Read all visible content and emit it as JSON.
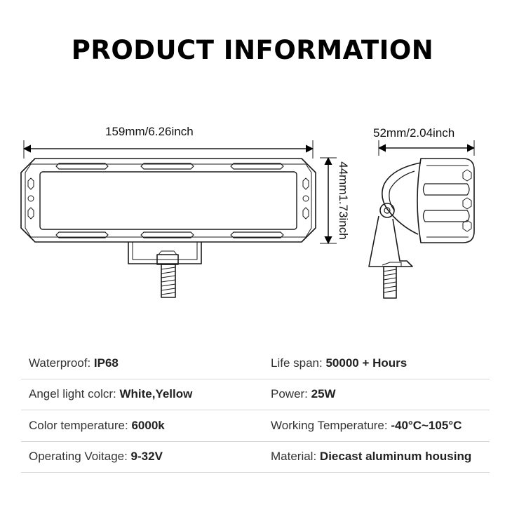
{
  "title": "PRODUCT INFORMATION",
  "dimensions": {
    "width": "159mm/6.26inch",
    "height": "44mm1.73inch",
    "depth": "52mm/2.04inch"
  },
  "specs": [
    [
      {
        "label": "Waterproof: ",
        "value": "IP68"
      },
      {
        "label": "Life span: ",
        "value": "50000 + Hours"
      }
    ],
    [
      {
        "label": "Angel light colcr: ",
        "value": "White,Yellow"
      },
      {
        "label": "Power: ",
        "value": "25W"
      }
    ],
    [
      {
        "label": "Color temperature: ",
        "value": "6000k"
      },
      {
        "label": "Working Temperature: ",
        "value": "-40°C~105°C"
      }
    ],
    [
      {
        "label": "Operating Voitage: ",
        "value": "9-32V"
      },
      {
        "label": "Material: ",
        "value": "Diecast aluminum housing"
      }
    ]
  ]
}
